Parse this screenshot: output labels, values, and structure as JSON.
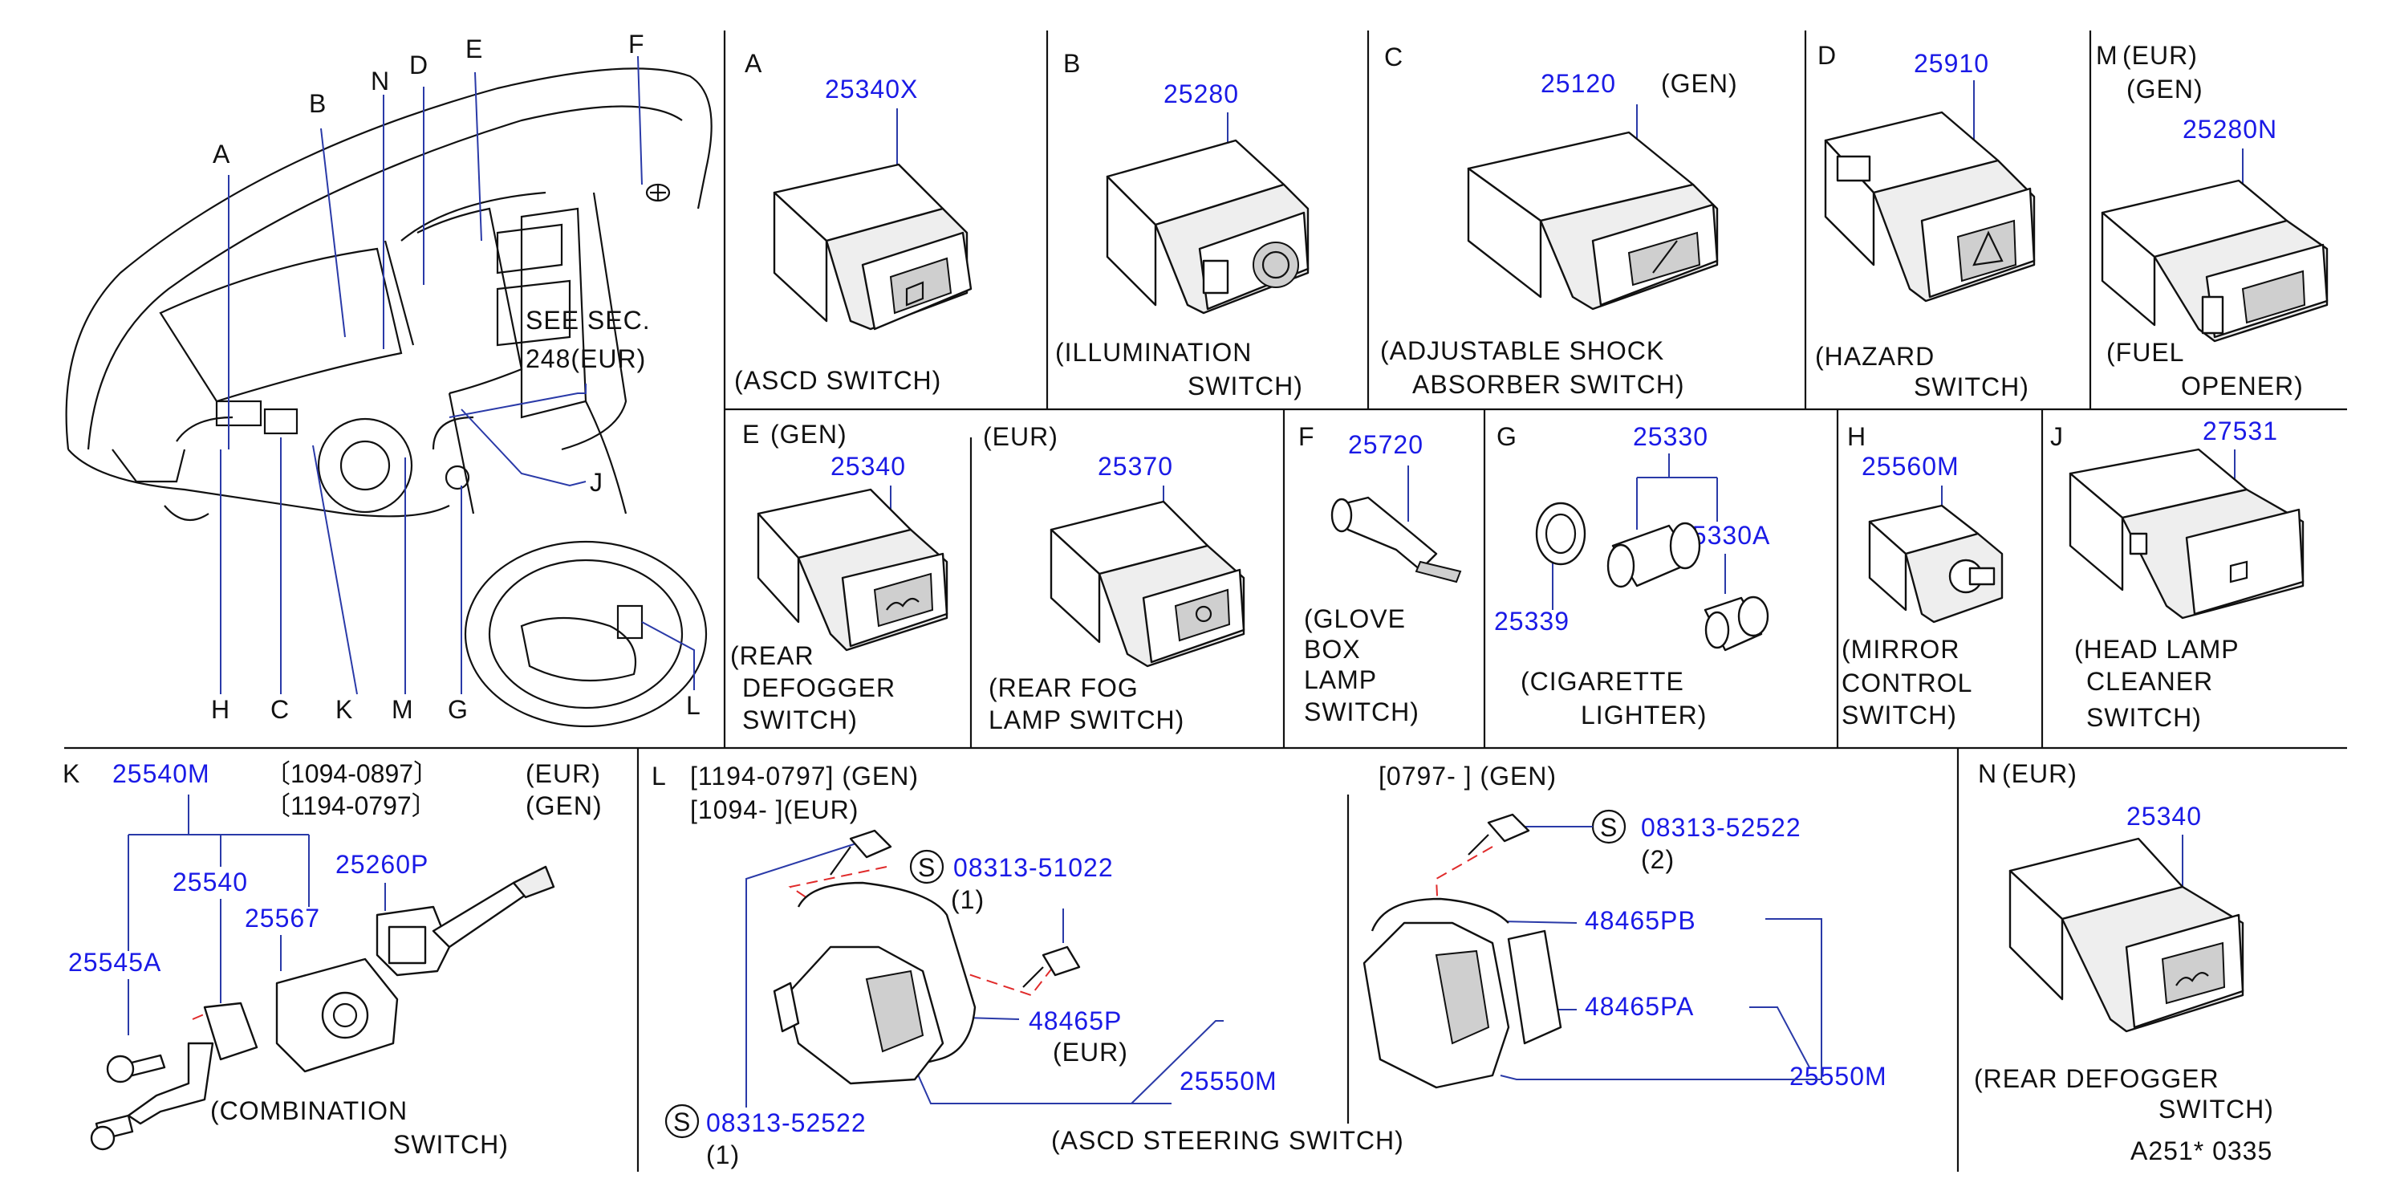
{
  "panels": {
    "overview": {
      "callouts": [
        "A",
        "B",
        "N",
        "D",
        "E",
        "F",
        "H",
        "C",
        "K",
        "M",
        "G",
        "J",
        "L"
      ],
      "see_line1": "SEE SEC.",
      "see_line2": "248(EUR)"
    },
    "A": {
      "letter": "A",
      "part": "25340X",
      "cap1": "(ASCD SWITCH)"
    },
    "B": {
      "letter": "B",
      "part": "25280",
      "cap1": "(ILLUMINATION",
      "cap2": "SWITCH)"
    },
    "C": {
      "letter": "C",
      "part": "25120",
      "variant": "(GEN)",
      "cap1": "(ADJUSTABLE SHOCK",
      "cap2": "ABSORBER SWITCH)"
    },
    "D": {
      "letter": "D",
      "part": "25910",
      "cap1": "(HAZARD",
      "cap2": "SWITCH)"
    },
    "M": {
      "letter": "M",
      "variant1": "(EUR)",
      "variant2": "(GEN)",
      "part": "25280N",
      "cap1": "(FUEL",
      "cap2": "OPENER)"
    },
    "E": {
      "letter": "E",
      "variant": "(GEN)",
      "part": "25340",
      "cap1": "(REAR",
      "cap2": "DEFOGGER",
      "cap3": "SWITCH)"
    },
    "E2": {
      "variant": "(EUR)",
      "part": "25370",
      "cap1": "(REAR FOG",
      "cap2": "LAMP SWITCH)"
    },
    "F": {
      "letter": "F",
      "part": "25720",
      "cap1": "(GLOVE",
      "cap2": "BOX",
      "cap3": "LAMP",
      "cap4": "SWITCH)"
    },
    "G": {
      "letter": "G",
      "part1": "25330",
      "part2": "25330A",
      "part3": "25339",
      "cap1": "(CIGARETTE",
      "cap2": "LIGHTER)"
    },
    "H": {
      "letter": "H",
      "part": "25560M",
      "cap1": "(MIRROR",
      "cap2": "CONTROL",
      "cap3": "SWITCH)"
    },
    "J": {
      "letter": "J",
      "part": "27531",
      "cap1": "(HEAD LAMP",
      "cap2": "CLEANER",
      "cap3": "SWITCH)"
    },
    "K": {
      "letter": "K",
      "part_main": "25540M",
      "date1": "〔1094-0897〕",
      "date2": "〔1194-0797〕",
      "variant1": "(EUR)",
      "variant2": "(GEN)",
      "p1": "25540",
      "p2": "25260P",
      "p3": "25567",
      "p4": "25545A",
      "cap1": "(COMBINATION",
      "cap2": "SWITCH)"
    },
    "L": {
      "letter": "L",
      "date1": "[1194-0797] (GEN)",
      "date2": "[1094-                  ](EUR)",
      "date3": "[0797-                  ] (GEN)",
      "screw_s": "S",
      "screw1": "08313-51022",
      "screw1_qty": "(1)",
      "screw2": "08313-52522",
      "screw2_qty": "(1)",
      "screw3": "08313-52522",
      "screw3_qty": "(2)",
      "p_a": "48465P",
      "p_a_variant": "(EUR)",
      "p_b": "25550M",
      "p_c": "48465PB",
      "p_d": "48465PA",
      "p_e": "25550M",
      "cap": "(ASCD STEERING SWITCH)"
    },
    "N": {
      "letter": "N",
      "variant": "(EUR)",
      "part": "25340",
      "cap1": "(REAR DEFOGGER",
      "cap2": "SWITCH)"
    }
  },
  "footer_code": "A251*  0335"
}
